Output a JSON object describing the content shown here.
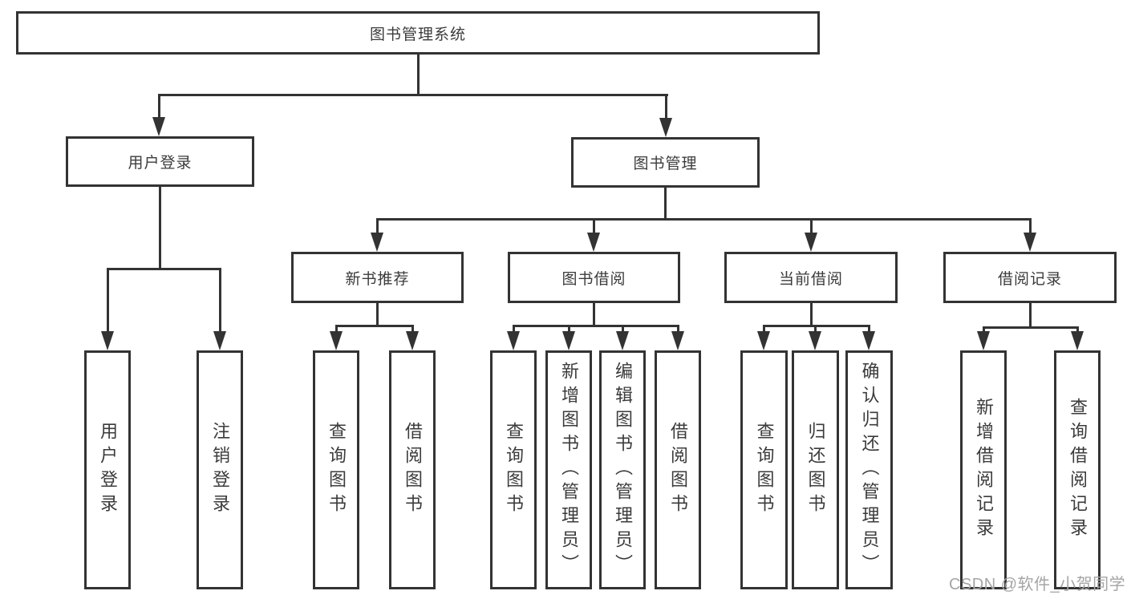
{
  "colors": {
    "line": "#333333",
    "text": "#3b3b3b",
    "watermark": "#a5a5a5",
    "background": "#ffffff"
  },
  "tree": {
    "root": "图书管理系统",
    "login": {
      "label": "用户登录",
      "children": [
        "用户登录",
        "注销登录"
      ]
    },
    "management": {
      "label": "图书管理",
      "sections": [
        {
          "label": "新书推荐",
          "children": [
            "查询图书",
            "借阅图书"
          ]
        },
        {
          "label": "图书借阅",
          "children": [
            "查询图书",
            "新增图书（管理员）",
            "编辑图书（管理员）",
            "借阅图书"
          ]
        },
        {
          "label": "当前借阅",
          "children": [
            "查询图书",
            "归还图书",
            "确认归还（管理员）"
          ]
        },
        {
          "label": "借阅记录",
          "children": [
            "新增借阅记录",
            "查询借阅记录"
          ]
        }
      ]
    }
  },
  "watermark": "CSDN @软件_小贺同学"
}
